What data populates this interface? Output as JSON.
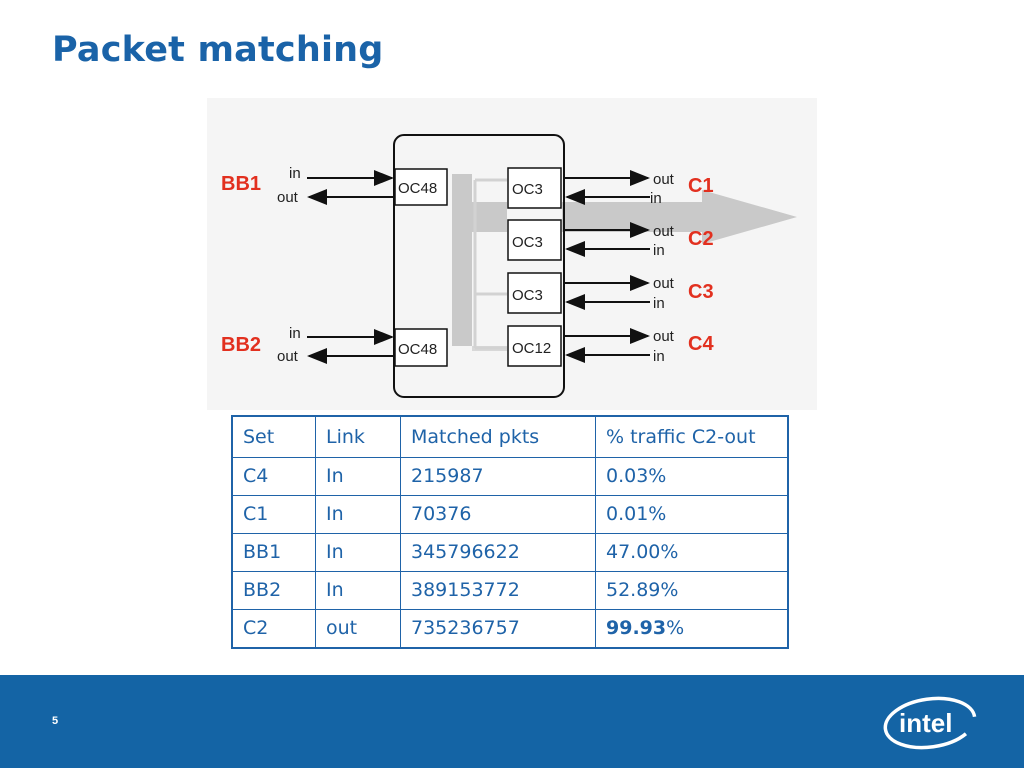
{
  "slide": {
    "title": "Packet matching",
    "page_number": "5"
  },
  "diagram": {
    "left_links": [
      {
        "name": "BB1",
        "in_label": "in",
        "out_label": "out",
        "port": "OC48"
      },
      {
        "name": "BB2",
        "in_label": "in",
        "out_label": "out",
        "port": "OC48"
      }
    ],
    "right_links": [
      {
        "name": "C1",
        "out_label": "out",
        "in_label": "in",
        "port": "OC3"
      },
      {
        "name": "C2",
        "out_label": "out",
        "in_label": "in",
        "port": "OC3"
      },
      {
        "name": "C3",
        "out_label": "out",
        "in_label": "in",
        "port": "OC3"
      },
      {
        "name": "C4",
        "out_label": "out",
        "in_label": "in",
        "port": "OC12"
      }
    ],
    "colors": {
      "link_name": "#e2301f",
      "flow_arrow": "#c9c9c9"
    }
  },
  "table": {
    "headers": [
      "Set",
      "Link",
      "Matched pkts",
      "% traffic C2-out"
    ],
    "rows": [
      {
        "set": "C4",
        "link": "In",
        "matched": "215987",
        "pct": "0.03%"
      },
      {
        "set": "C1",
        "link": "In",
        "matched": "70376",
        "pct": "0.01%"
      },
      {
        "set": "BB1",
        "link": "In",
        "matched": "345796622",
        "pct": "47.00%"
      },
      {
        "set": "BB2",
        "link": "In",
        "matched": "389153772",
        "pct": "52.89%"
      },
      {
        "set": "C2",
        "link": "out",
        "matched": "735236757",
        "pct_bold": "99.93",
        "pct_suffix": "%"
      }
    ],
    "colors": {
      "text": "#1f63a8",
      "border": "#1f63a8"
    }
  },
  "footer": {
    "background": "#1464a5",
    "logo_text": "intel"
  }
}
